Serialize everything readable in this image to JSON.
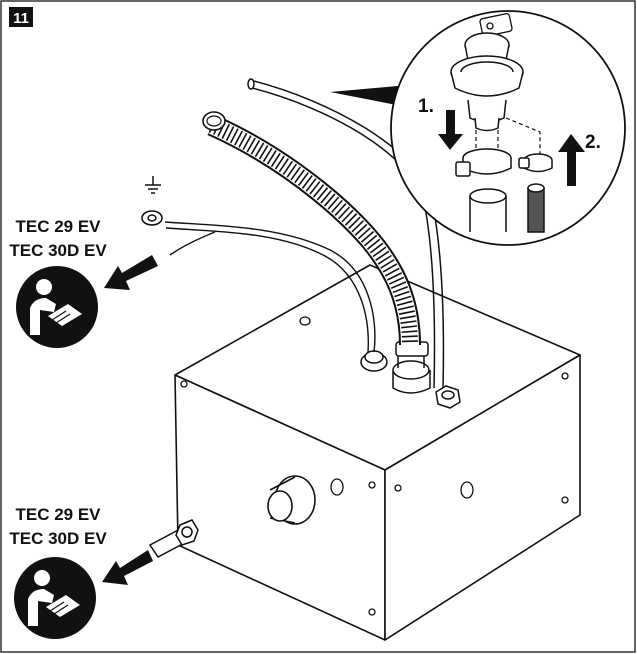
{
  "step": {
    "number": "11"
  },
  "model_labels": {
    "top": {
      "line1": "TEC 29 EV",
      "line2": "TEC 30D EV"
    },
    "bottom": {
      "line1": "TEC 29 EV",
      "line2": "TEC 30D EV"
    }
  },
  "detail": {
    "step1": "1.",
    "step2": "2."
  },
  "icons": [
    "ground-symbol",
    "read-manual-icon",
    "arrow-left",
    "arrow-down",
    "arrow-up"
  ],
  "colors": {
    "line": "#111111",
    "background": "#ffffff",
    "hose": "#555555"
  }
}
